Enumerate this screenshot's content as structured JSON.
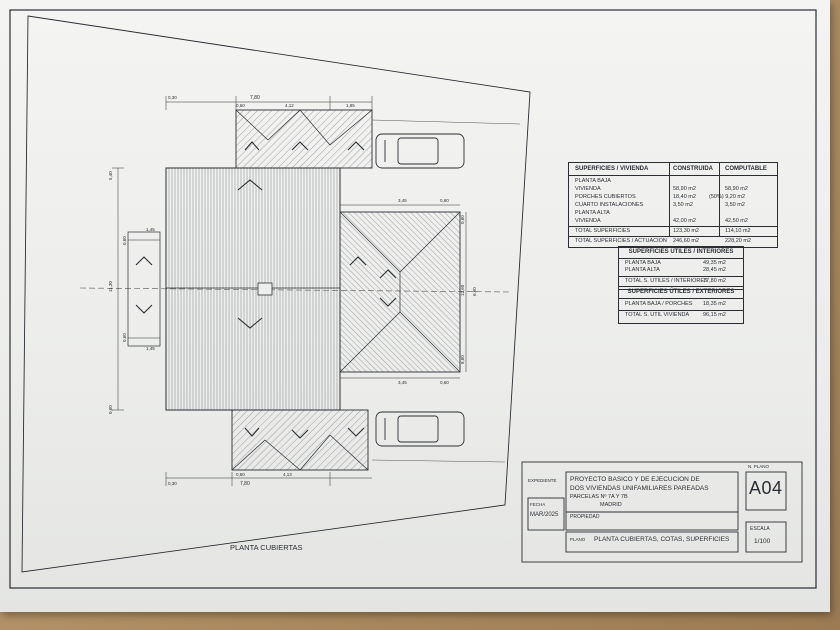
{
  "surfaces_table": {
    "headers": {
      "label": "SUPERFICIES / VIVIENDA",
      "built": "CONSTRUIDA",
      "computable": "COMPUTABLE"
    },
    "rows": [
      {
        "label": "PLANTA BAJA",
        "built": "",
        "computable": ""
      },
      {
        "label": "VIVIENDA",
        "built": "58,90  m2",
        "computable": "58,90  m2"
      },
      {
        "label": "PORCHES CUBIERTOS",
        "built": "18,40  m2",
        "computable": "(50%)  9,20  m2"
      },
      {
        "label": "CUARTO INSTALACIONES",
        "built": "3,50  m2",
        "computable": "3,50  m2"
      },
      {
        "label": "PLANTA ALTA",
        "built": "",
        "computable": ""
      },
      {
        "label": "VIVIENDA",
        "built": "42,00  m2",
        "computable": "42,50  m2"
      }
    ],
    "total": {
      "label": "TOTAL  SUPERFICIES",
      "built": "123,30  m2",
      "computable": "114,10  m2"
    },
    "total_action": {
      "label": "TOTAL  SUPERFICIES  /  ACTUACION",
      "built": "246,60  m2",
      "computable": "228,20  m2"
    }
  },
  "useful_interior_table": {
    "header": "SUPERFICIES UTILES / INTERIORES",
    "rows": [
      {
        "label": "PLANTA BAJA",
        "value": "49,35  m2"
      },
      {
        "label": "PLANTA ALTA",
        "value": "28,45  m2"
      }
    ],
    "total": {
      "label": "TOTAL  S.  UTILES  /  INTERIORES",
      "value": "77,80  m2"
    }
  },
  "useful_exterior_table": {
    "header": "SUPERFICIES ÚTILES / EXTERIORES",
    "rows": [
      {
        "label": "PLANTA BAJA / PORCHES",
        "value": "18,35  m2"
      }
    ],
    "total": {
      "label": "TOTAL  S.  UTIL  VIVIENDA",
      "value": "96,15  m2"
    }
  },
  "title_block": {
    "expediente_label": "EXPEDIENTE",
    "project_line1": "PROYECTO BASICO Y DE EJECUCION DE",
    "project_line2": "DOS VIVIENDAS UNIFAMILIARES PAREADAS",
    "project_line3": "PARCELAS Nº 7A Y 7B",
    "project_line4": "MADRID",
    "fecha_label": "FECHA",
    "fecha_value": "MAR/2025",
    "propiedad_label": "PROPIEDAD",
    "plano_label": "PLANO",
    "plano_value": "PLANTA CUBIERTAS, COTAS, SUPERFICIES",
    "sheet_label": "N. PLANO",
    "sheet_value": "A04",
    "scale_label": "ESCALA",
    "scale_value": "1/100"
  },
  "plan": {
    "caption": "PLANTA CUBIERTAS",
    "dims_top": [
      "7,80",
      "0,60",
      "4,12",
      "1,85",
      "0,30"
    ],
    "dims_bottom": [
      "7,80",
      "0,60",
      "4,13",
      "0,30"
    ],
    "dims_left": [
      "5,40",
      "0,60",
      "1,45",
      "11,30",
      "0,60",
      "1,45",
      "0,60"
    ],
    "dims_right": [
      "3,45",
      "0,60",
      "12,60",
      "0,60",
      "6,60",
      "3,45",
      "0,60",
      "8,60"
    ]
  },
  "colors": {
    "ink": "#2a2d33",
    "paper": "#eeefed",
    "desk": "#b79a72"
  }
}
